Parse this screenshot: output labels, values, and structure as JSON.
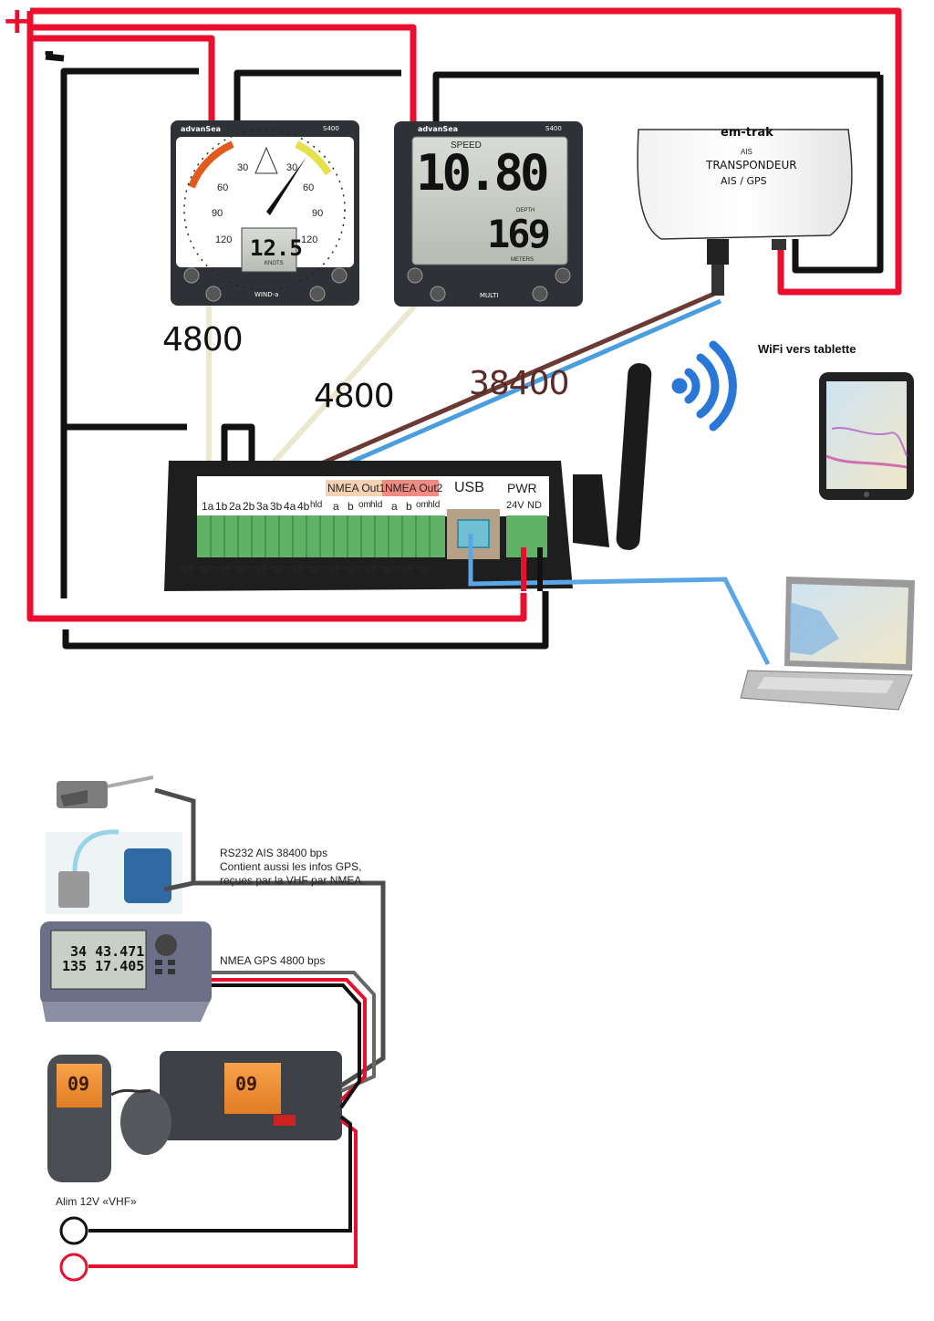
{
  "power_labels": {
    "positive": "+",
    "negative": "-"
  },
  "instruments": {
    "wind": {
      "brand": "advanSea",
      "model": "S400",
      "name": "WIND-a",
      "dial_ticks": [
        "30",
        "30",
        "60",
        "60",
        "90",
        "90",
        "120",
        "120"
      ],
      "lcd_value": "12.5",
      "lcd_unit": "KNOTS"
    },
    "multi": {
      "brand": "advanSea",
      "model": "S400",
      "name": "MULTI",
      "speed_label": "SPEED",
      "speed_value": "10.80",
      "depth_label": "DEPTH",
      "depth_value": "169",
      "depth_unit": "METERS"
    }
  },
  "transponder": {
    "brand": "em-trak",
    "line1": "AIS",
    "line2": "TRANSPONDEUR",
    "line3": "AIS / GPS"
  },
  "baud_rates": {
    "wind": "4800",
    "multi": "4800",
    "ais": "38400"
  },
  "wifi_label": "WiFi vers tablette",
  "multiplexer": {
    "sections": [
      "NMEA Out1",
      "NMEA Out2",
      "USB",
      "PWR"
    ],
    "terminals": [
      "1a",
      "1b",
      "2a",
      "2b",
      "3a",
      "3b",
      "4a",
      "4b",
      "hld",
      "a",
      "b",
      "om",
      "hld",
      "a",
      "b",
      "om",
      "hld",
      "24V",
      "ND"
    ]
  },
  "lower": {
    "rs232_note": [
      "RS232 AIS 38400 bps",
      "Contient aussi les infos GPS,",
      "reçues par la VHF par NMEA."
    ],
    "gps_note": "NMEA GPS 4800 bps",
    "gps_display": {
      "line1": "34 43.471",
      "line2": "135 17.405"
    },
    "vhf_channel": "09",
    "power_note": "Alim 12V «VHF»"
  },
  "colors": {
    "positive_wire": "#e8102e",
    "negative_wire": "#111111",
    "nmea_wire": "#ece7cf",
    "ais_wire_a": "#6b3a34",
    "ais_wire_b": "#4a9ee0",
    "usb_wire": "#5aa6e6"
  }
}
